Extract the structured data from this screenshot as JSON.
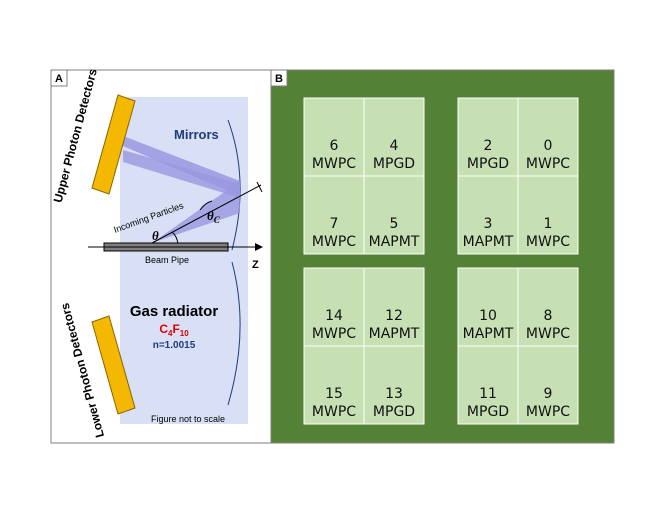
{
  "panel_a": {
    "label": "A",
    "upper_detectors": "Upper Photon Detectors",
    "lower_detectors": "Lower Photon Detectors",
    "mirrors": "Mirrors",
    "incoming_particles": "Incoming Particles",
    "theta": "θ",
    "theta_c": "θ",
    "theta_c_sub": "C",
    "beam_pipe": "Beam Pipe",
    "z_axis": "Z",
    "gas_radiator": "Gas radiator",
    "gas_formula_c": "C",
    "gas_formula_c_sub": "4",
    "gas_formula_f": "F",
    "gas_formula_f_sub": "10",
    "refractive_index": "n=1.0015",
    "note": "Figure not to scale",
    "colors": {
      "radiator": "#d9dff5",
      "detector": "#f5b800",
      "light": "#9a97e0",
      "mirror_text": "#1f3c7a",
      "formula": "#e00000"
    }
  },
  "panel_b": {
    "label": "B",
    "colors": {
      "background": "#538135",
      "cell": "#c6e0b4"
    },
    "cells": [
      {
        "num": "6",
        "type": "MWPC"
      },
      {
        "num": "4",
        "type": "MPGD"
      },
      {
        "num": "7",
        "type": "MWPC"
      },
      {
        "num": "5",
        "type": "MAPMT"
      },
      {
        "num": "2",
        "type": "MPGD"
      },
      {
        "num": "0",
        "type": "MWPC"
      },
      {
        "num": "3",
        "type": "MAPMT"
      },
      {
        "num": "1",
        "type": "MWPC"
      },
      {
        "num": "14",
        "type": "MWPC"
      },
      {
        "num": "12",
        "type": "MAPMT"
      },
      {
        "num": "15",
        "type": "MWPC"
      },
      {
        "num": "13",
        "type": "MPGD"
      },
      {
        "num": "10",
        "type": "MAPMT"
      },
      {
        "num": "8",
        "type": "MWPC"
      },
      {
        "num": "11",
        "type": "MPGD"
      },
      {
        "num": "9",
        "type": "MWPC"
      }
    ]
  }
}
